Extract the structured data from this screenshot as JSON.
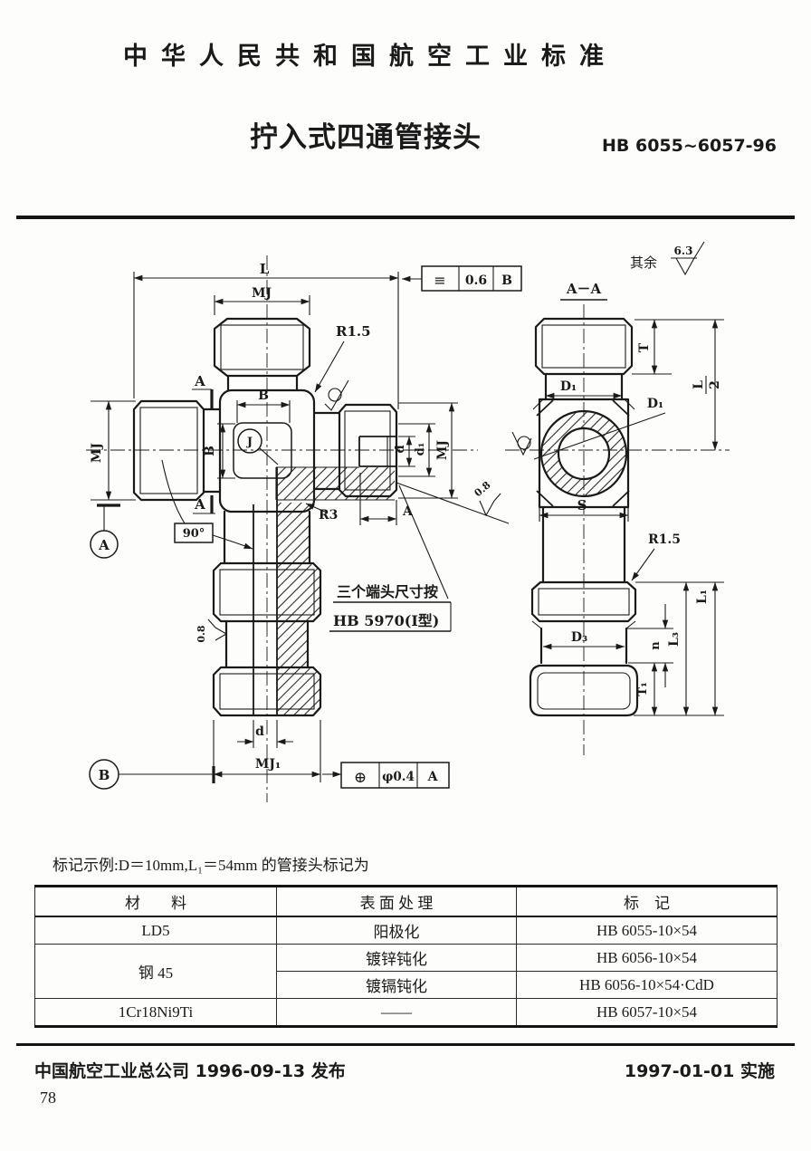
{
  "page": {
    "header": "中华人民共和国航空工业标准",
    "title": "拧入式四通管接头",
    "standard_code": "HB 6055~6057-96",
    "example_note": "标记示例:D＝10mm,L₁＝54mm 的管接头标记为",
    "footer_left": "中国航空工业总公司 1996-09-13 发布",
    "footer_right": "1997-01-01 实施",
    "page_number": "78"
  },
  "drawing": {
    "surface_default_prefix": "其余",
    "surface_default_value": "6.3",
    "section_title": "A－A",
    "note_line1": "三个端头尺寸按",
    "note_line2": "HB 5970(I型)",
    "angle_90": "90°",
    "frames": {
      "symmetry": {
        "symbol": "≡",
        "value": "0.6",
        "datum": "B"
      },
      "position": {
        "symbol": "⊕",
        "value": "φ0.4",
        "datum": "A"
      }
    },
    "datums": {
      "a": "A",
      "b": "B"
    },
    "labels": {
      "L": "L",
      "MJ": "MJ",
      "MJ1": "MJ₁",
      "B": "B",
      "A": "A",
      "J": "J",
      "d": "d",
      "d1": "d₁",
      "R15": "R1.5",
      "R3": "R3",
      "r08": "0.8",
      "T": "T",
      "T1": "T₁",
      "D1": "D₁",
      "D3": "D₃",
      "S": "S",
      "n": "n",
      "L1": "L₁",
      "L3": "L₃",
      "L2n": "L",
      "L2d": "2"
    }
  },
  "table": {
    "headers": [
      "材　　料",
      "表 面 处 理",
      "标　记"
    ],
    "rows": [
      {
        "material": "LD5",
        "treatment": "阳极化",
        "marking": "HB 6055-10×54"
      },
      {
        "material": "钢 45",
        "treatment": "镀锌钝化",
        "marking": "HB 6056-10×54"
      },
      {
        "material": "",
        "treatment": "镀镉钝化",
        "marking": "HB 6056-10×54·CdD"
      },
      {
        "material": "1Cr18Ni9Ti",
        "treatment": "——",
        "marking": "HB 6057-10×54"
      }
    ]
  }
}
